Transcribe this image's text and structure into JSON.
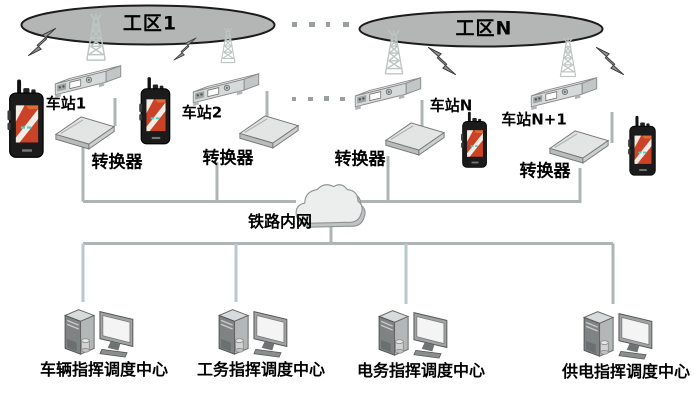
{
  "zones": [
    {
      "label": "工区1"
    },
    {
      "label": "工区N"
    }
  ],
  "stations": [
    {
      "label": "车站1"
    },
    {
      "label": "车站2"
    },
    {
      "label": "车站N"
    },
    {
      "label": "车站N+1"
    }
  ],
  "converters": [
    {
      "label": "转换器"
    },
    {
      "label": "转换器"
    },
    {
      "label": "转换器"
    },
    {
      "label": "转换器"
    }
  ],
  "network_cloud": {
    "label": "铁路内网"
  },
  "dispatch_centers": [
    {
      "label": "车辆指挥调度中心"
    },
    {
      "label": "工务指挥调度中心"
    },
    {
      "label": "电务指挥调度中心"
    },
    {
      "label": "供电指挥调度中心"
    }
  ],
  "icons": {
    "zone_shape": "gray-ellipse",
    "antenna": "lattice-tower-icon",
    "wireless_link": "lightning-bolt-icon",
    "station_device": "base-station-icon",
    "handset": "handheld-radio-icon",
    "converter_device": "converter-box-icon",
    "network": "cloud-icon",
    "center_device": "workstation-icon",
    "continuation": "ellipsis-dots"
  },
  "colors": {
    "zone_fill": "#b4b6b6",
    "zone_stroke": "#1c1c1c",
    "connection_line": "#aeb5b3",
    "cloud_fill": "#eceeee",
    "device_light": "#e2e4e4",
    "radio_screen": "#cc4227",
    "label_text": "#000000",
    "background": "#ffffff"
  }
}
